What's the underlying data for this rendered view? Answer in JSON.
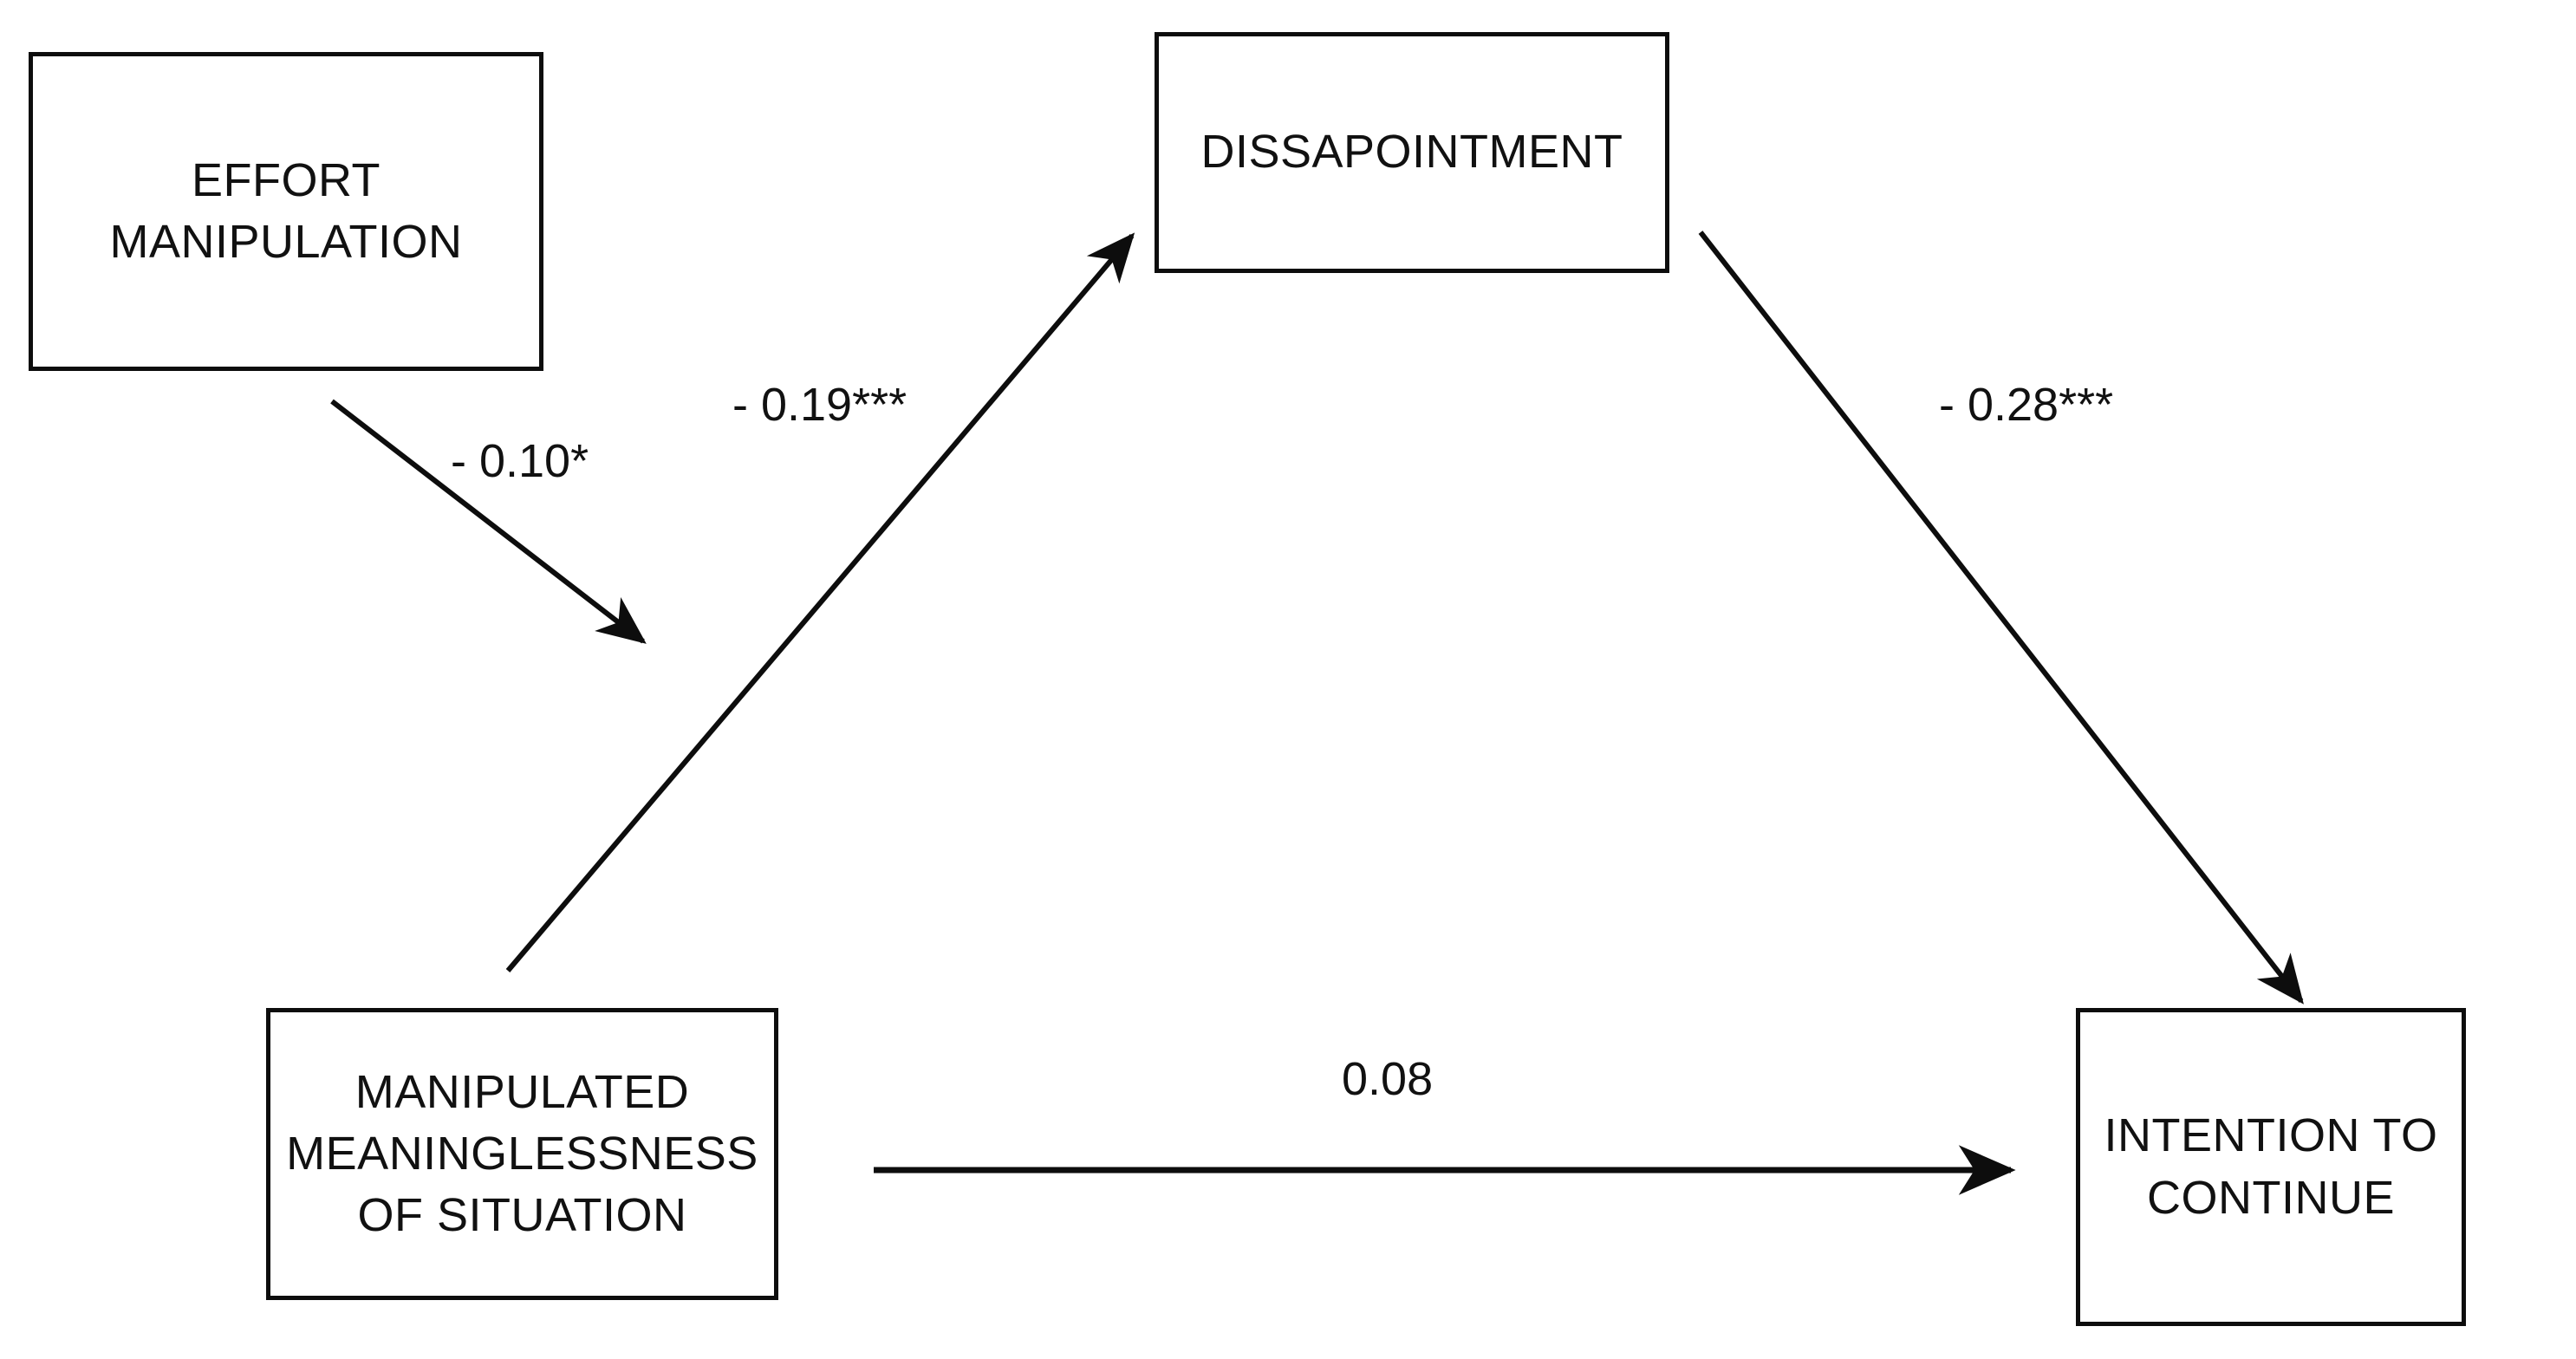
{
  "diagram": {
    "type": "path-model",
    "nodes": [
      {
        "id": "effort",
        "label": "EFFORT\nMANIPULATION"
      },
      {
        "id": "dissapointment",
        "label": "DISSAPOINTMENT"
      },
      {
        "id": "meaninglessness",
        "label": "MANIPULATED\nMEANINGLESSNESS\nOF SITUATION"
      },
      {
        "id": "intention",
        "label": "INTENTION TO\nCONTINUE"
      }
    ],
    "edges": [
      {
        "id": "effort-to-meaninglessness",
        "from": "effort",
        "to": "meaninglessness",
        "coefficient": "- 0.10*",
        "value": -0.1,
        "significance": "*"
      },
      {
        "id": "meaninglessness-to-dissapointment",
        "from": "meaninglessness",
        "to": "dissapointment",
        "coefficient": "- 0.19***",
        "value": -0.19,
        "significance": "***"
      },
      {
        "id": "dissapointment-to-intention",
        "from": "dissapointment",
        "to": "intention",
        "coefficient": "- 0.28***",
        "value": -0.28,
        "significance": "***"
      },
      {
        "id": "meaninglessness-to-intention",
        "from": "meaninglessness",
        "to": "intention",
        "coefficient": "0.08",
        "value": 0.08,
        "significance": ""
      }
    ],
    "colors": {
      "background": "#ffffff",
      "stroke": "#0d0d0d",
      "text": "#111111"
    }
  }
}
